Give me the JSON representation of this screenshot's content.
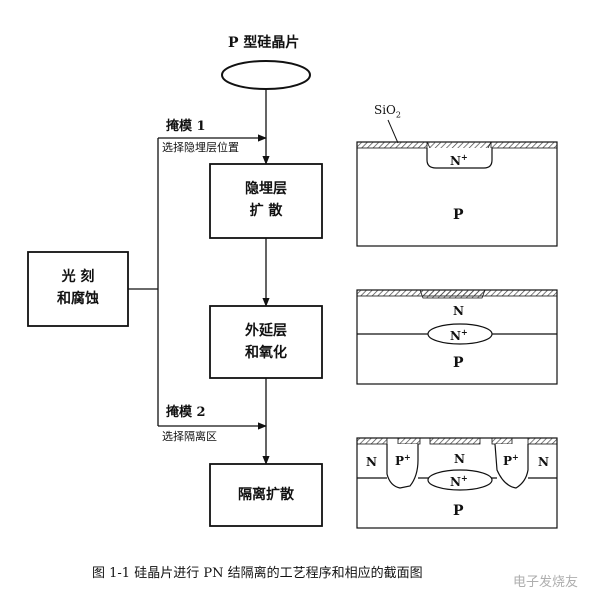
{
  "flow": {
    "wafer_label": "P 型硅晶片",
    "mask1_label": "掩模 1",
    "mask1_sub": "选择隐埋层位置",
    "mask2_label": "掩模 2",
    "mask2_sub": "选择隔离区",
    "box_litho": [
      "光  刻",
      "和腐蚀"
    ],
    "box_buried": [
      "隐埋层",
      "扩  散"
    ],
    "box_epi": [
      "外延层",
      "和氧化"
    ],
    "box_iso": [
      "隔离扩散"
    ]
  },
  "sections": {
    "sio2_label": "SiO",
    "sio2_sub": "2",
    "s1": {
      "n_plus": "N",
      "n_plus_sup": "+",
      "p": "P"
    },
    "s2": {
      "n": "N",
      "n_plus": "N",
      "n_plus_sup": "+",
      "p": "P"
    },
    "s3": {
      "n_left": "N",
      "p_plus_left": "P",
      "p_plus_sup": "+",
      "n_mid": "N",
      "p_plus_right": "P",
      "n_right": "N",
      "n_plus": "N",
      "n_plus_sup": "+",
      "p": "P"
    }
  },
  "caption": "图 1-1    硅晶片进行 PN 结隔离的工艺程序和相应的截面图",
  "watermark": "电子发烧友",
  "colors": {
    "line": "#111111",
    "hatch": "#444444",
    "background": "#ffffff"
  }
}
